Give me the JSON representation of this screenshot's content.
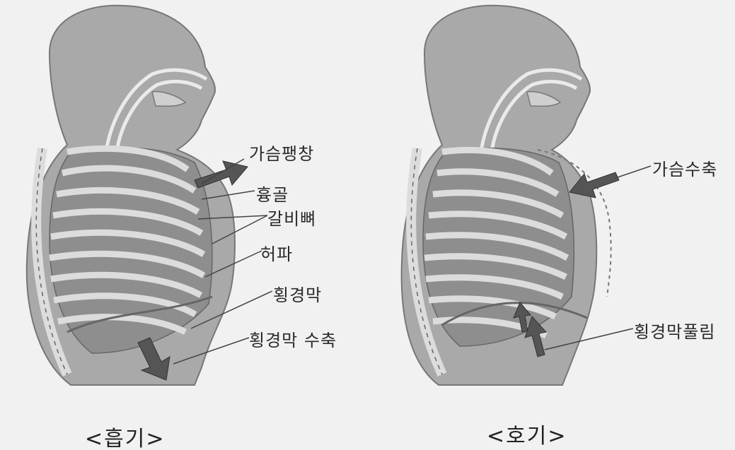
{
  "inhale": {
    "caption": "<흡기>",
    "labels": {
      "chest_expansion": "가슴팽창",
      "sternum": "흉골",
      "ribs": "갈비뼈",
      "lung": "허파",
      "diaphragm": "횡경막",
      "diaphragm_contraction": "횡경막 수축"
    }
  },
  "exhale": {
    "caption": "<호기>",
    "labels": {
      "chest_contraction": "가슴수축",
      "diaphragm_relaxation": "횡경막풀림"
    }
  },
  "colors": {
    "background": "#f1f1f1",
    "body": "#a9a9a9",
    "ribs": "#dcdcdc",
    "rib_outline": "#555555",
    "lung": "#8e8e8e",
    "arrow": "#555555",
    "text": "#2a2a2a"
  }
}
